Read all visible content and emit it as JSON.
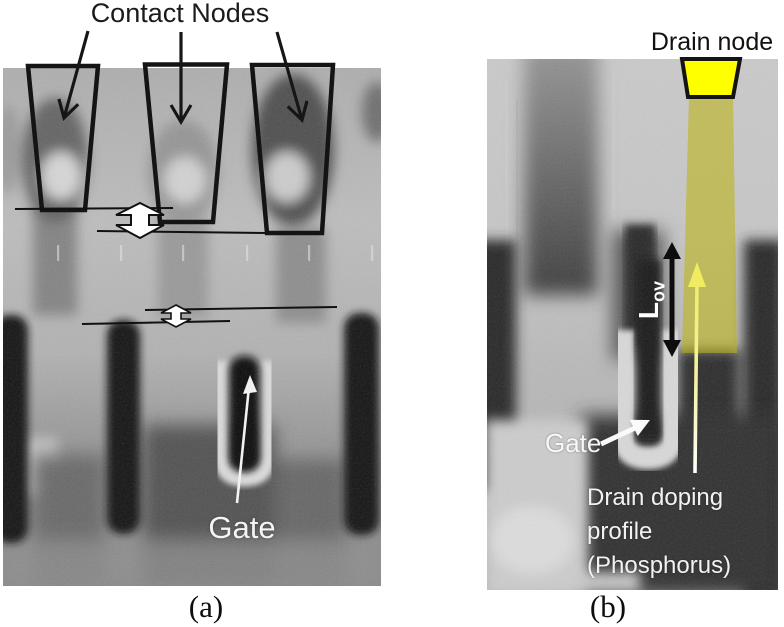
{
  "figure": {
    "caption_a": "(a)",
    "caption_b": "(b)"
  },
  "panel_a": {
    "contact_nodes_label": "Contact Nodes",
    "gate_label": "Gate"
  },
  "panel_b": {
    "drain_node_label": "Drain node",
    "lov_main": "L",
    "lov_sub": "ov",
    "gate_label": "Gate",
    "doping_lines": [
      "Drain doping",
      "profile",
      "(Phosphorus)"
    ],
    "colors": {
      "drain_node_fill": "#ffff00",
      "doping_overlay": "rgba(186,178,10,0.55)",
      "doping_arrow": "#efec62",
      "dimension_arrow": "#0d0d0d"
    }
  }
}
